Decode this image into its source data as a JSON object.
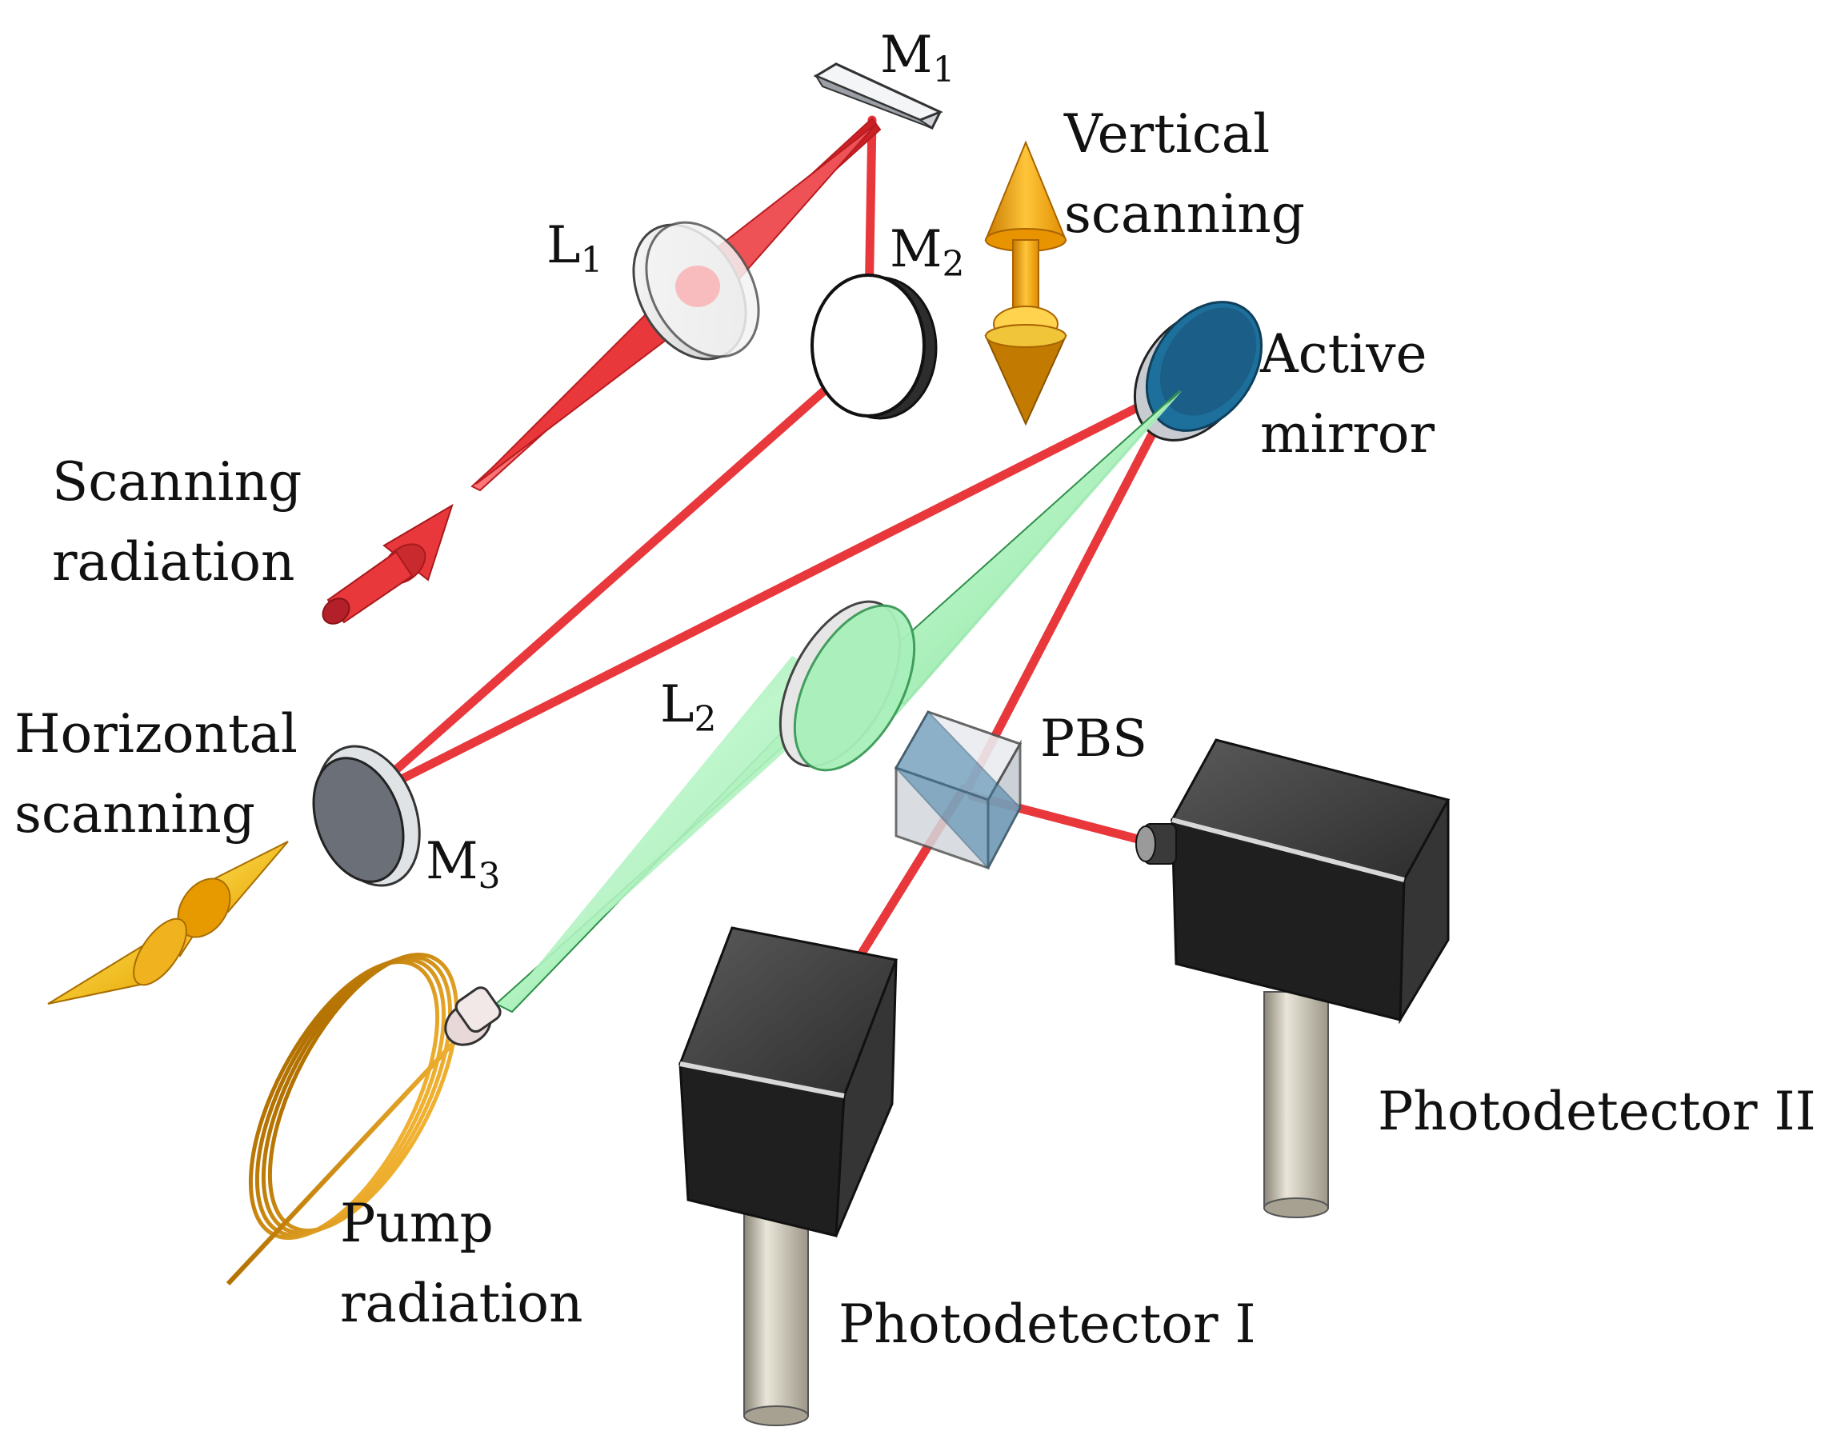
{
  "labels": {
    "m1": {
      "main": "M",
      "sub": "1"
    },
    "m2": {
      "main": "M",
      "sub": "2"
    },
    "m3": {
      "main": "M",
      "sub": "3"
    },
    "l1": {
      "main": "L",
      "sub": "1"
    },
    "l2": {
      "main": "L",
      "sub": "2"
    },
    "vertical_scanning": [
      "Vertical",
      "scanning"
    ],
    "active_mirror": [
      "Active",
      "mirror"
    ],
    "scanning_radiation": [
      "Scanning",
      "radiation"
    ],
    "horizontal_scanning": [
      "Horizontal",
      "scanning"
    ],
    "pbs": "PBS",
    "pump_radiation": [
      "Pump",
      "radiation"
    ],
    "photodetector_1": "Photodetector I",
    "photodetector_2": "Photodetector II"
  },
  "colors": {
    "beam_red": "#e8383c",
    "pump_green": "#7ee39a",
    "arrow_orange": "#f2a20c",
    "detector_body": "#2a2a2a",
    "post": "#cfc9b8",
    "active_mirror": "#1d6f9c"
  }
}
